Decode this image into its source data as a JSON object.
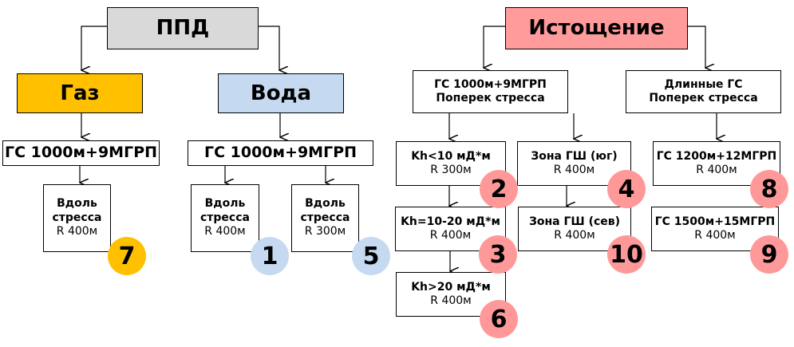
{
  "colors": {
    "ppd": "#d9d9d9",
    "gas": "#ffc000",
    "water": "#c5d9f1",
    "depletion": "#ff9b9b",
    "badge_gas": "#ffc000",
    "badge_water": "#c5d9f1",
    "badge_depl": "#ff9999"
  },
  "roots": {
    "ppd": "ППД",
    "depletion": "Истощение"
  },
  "ppd": {
    "gas": {
      "label": "Газ",
      "well": "ГС 1000м+9МГРП",
      "leaf": {
        "line1": "Вдоль",
        "line2": "стресса",
        "radius": "R 400м",
        "badge": "7"
      }
    },
    "water": {
      "label": "Вода",
      "well": "ГС 1000м+9МГРП",
      "leaves": [
        {
          "line1": "Вдоль",
          "line2": "стресса",
          "radius": "R 400м",
          "badge": "1"
        },
        {
          "line1": "Вдоль",
          "line2": "стресса",
          "radius": "R 300м",
          "badge": "5"
        }
      ]
    }
  },
  "depletion": {
    "left": {
      "line1": "ГС 1000м+9МГРП",
      "line2": "Поперек стресса",
      "kh": [
        {
          "title": "Kh<10 мД*м",
          "radius": "R 300м",
          "badge": "2"
        },
        {
          "title": "Kh=10-20 мД*м",
          "radius": "R 400м",
          "badge": "3"
        },
        {
          "title": "Kh>20 мД*м",
          "radius": "R 400м",
          "badge": "6"
        }
      ],
      "zones": [
        {
          "title": "Зона ГШ (юг)",
          "radius": "R 400м",
          "badge": "4"
        },
        {
          "title": "Зона ГШ (сев)",
          "radius": "R 400м",
          "badge": "10"
        }
      ]
    },
    "right": {
      "line1": "Длинные ГС",
      "line2": "Поперек стресса",
      "wells": [
        {
          "title": "ГС 1200м+12МГРП",
          "radius": "R 400м",
          "badge": "8"
        },
        {
          "title": "ГС 1500м+15МГРП",
          "radius": "R 400м",
          "badge": "9"
        }
      ]
    }
  }
}
